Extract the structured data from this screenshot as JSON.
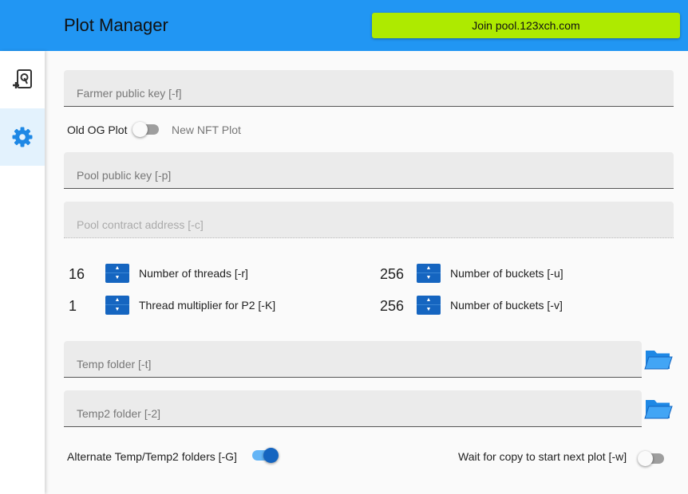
{
  "header": {
    "title": "Plot Manager",
    "join_button": "Join pool.123xch.com"
  },
  "sidebar": {
    "items": [
      {
        "icon": "add-plot-icon",
        "active": false
      },
      {
        "icon": "gear-icon",
        "active": true
      }
    ]
  },
  "form": {
    "farmer_key_placeholder": "Farmer public key [-f]",
    "plot_type": {
      "left_label": "Old OG Plot",
      "right_label": "New NFT Plot",
      "value": "Old OG Plot"
    },
    "pool_key_placeholder": "Pool public key [-p]",
    "pool_contract_placeholder": "Pool contract address [-c]",
    "threads": {
      "value": "16",
      "label": "Number of threads [-r]"
    },
    "thread_multiplier": {
      "value": "1",
      "label": "Thread multiplier for P2 [-K]"
    },
    "buckets_u": {
      "value": "256",
      "label": "Number of buckets [-u]"
    },
    "buckets_v": {
      "value": "256",
      "label": "Number of buckets [-v]"
    },
    "temp_placeholder": "Temp folder [-t]",
    "temp2_placeholder": "Temp2 folder [-2]",
    "alternate": {
      "label": "Alternate Temp/Temp2 folders [-G]",
      "on": true
    },
    "wait_copy": {
      "label": "Wait for copy to start next plot [-w]",
      "on": false
    }
  },
  "colors": {
    "header": "#2196f3",
    "join_button": "#aeea00",
    "accent": "#1565c0",
    "sidebar_active": "#e3f2fd"
  }
}
